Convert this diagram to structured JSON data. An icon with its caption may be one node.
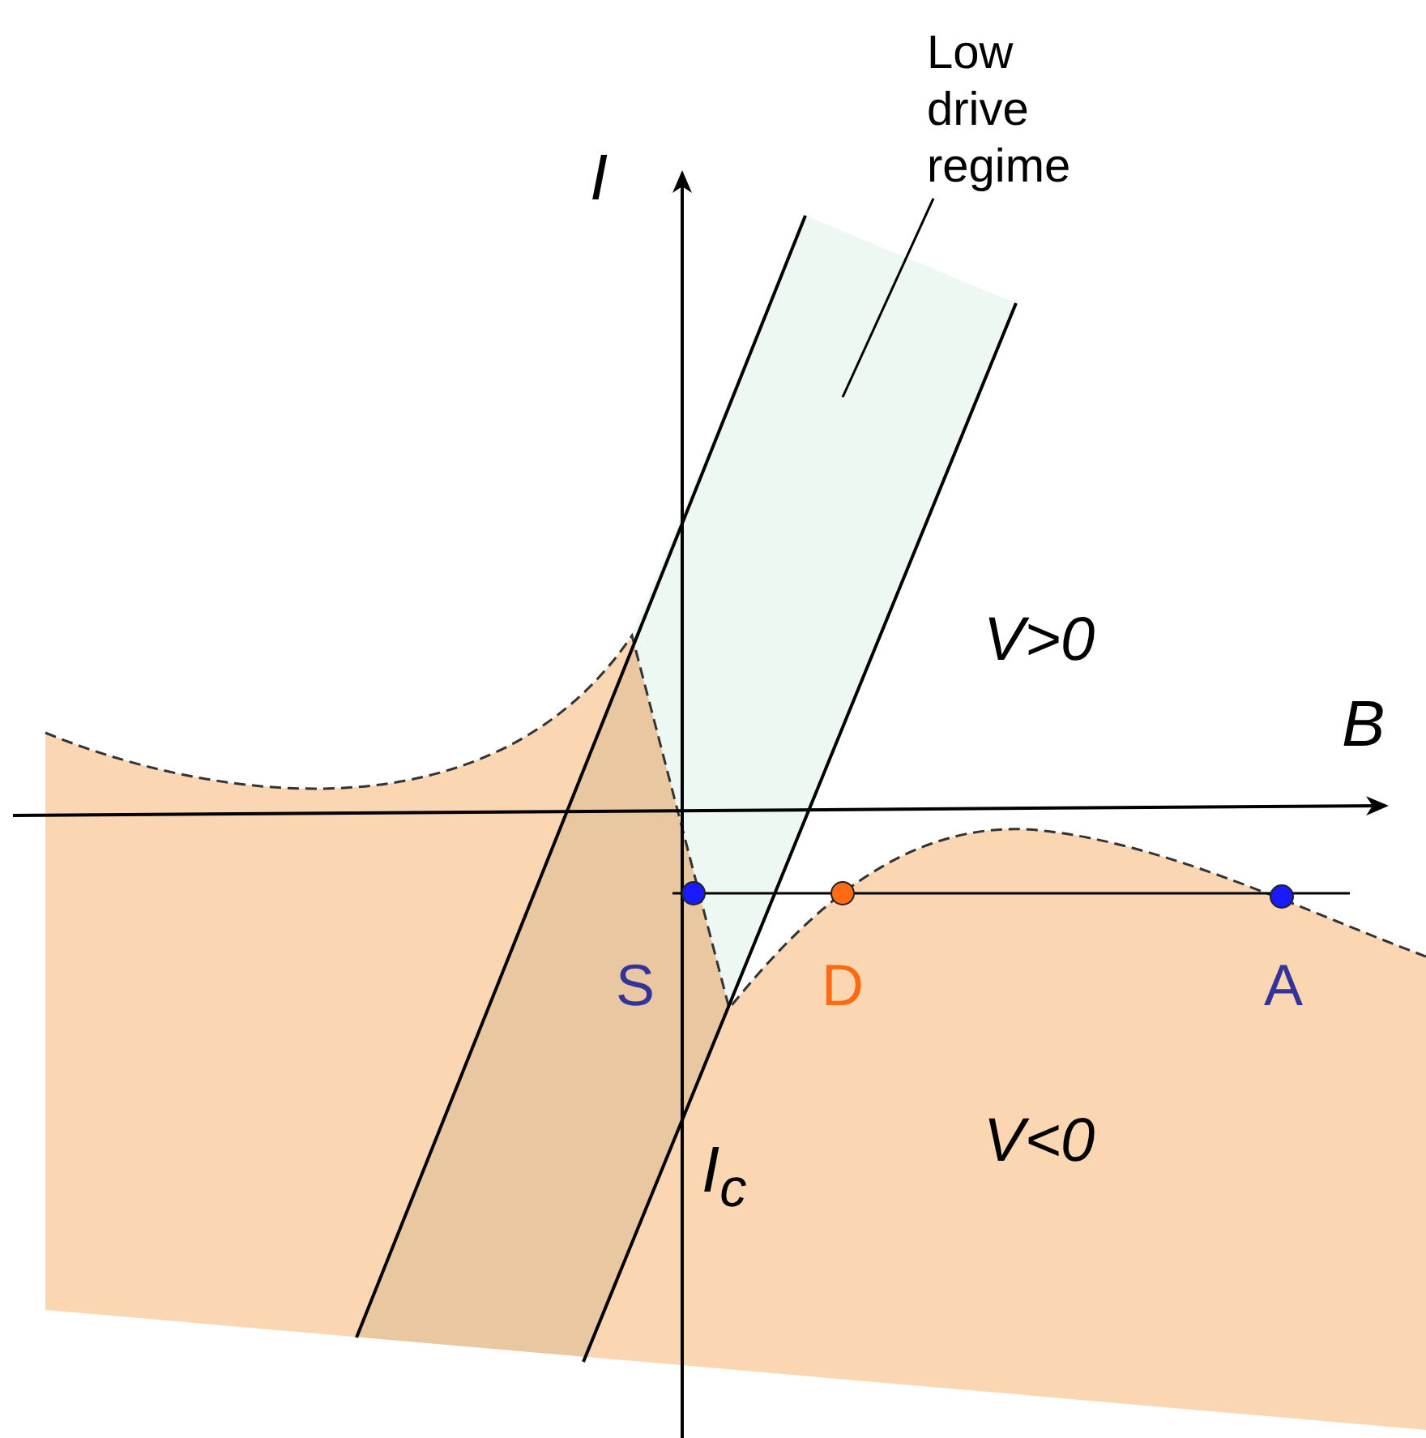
{
  "diagram": {
    "nodes": [
      {
        "text": [
          "Low drive regime"
        ]
      },
      {
        "text": [],
        "shape": "band"
      }
    ],
    "edges": [
      {
        "from": 0,
        "to": 1,
        "arrow": "none"
      }
    ],
    "labels": [
      "I",
      "B",
      "V>0",
      "S",
      "D",
      "A",
      "V<0",
      "I$_{c}$"
    ]
  }
}
